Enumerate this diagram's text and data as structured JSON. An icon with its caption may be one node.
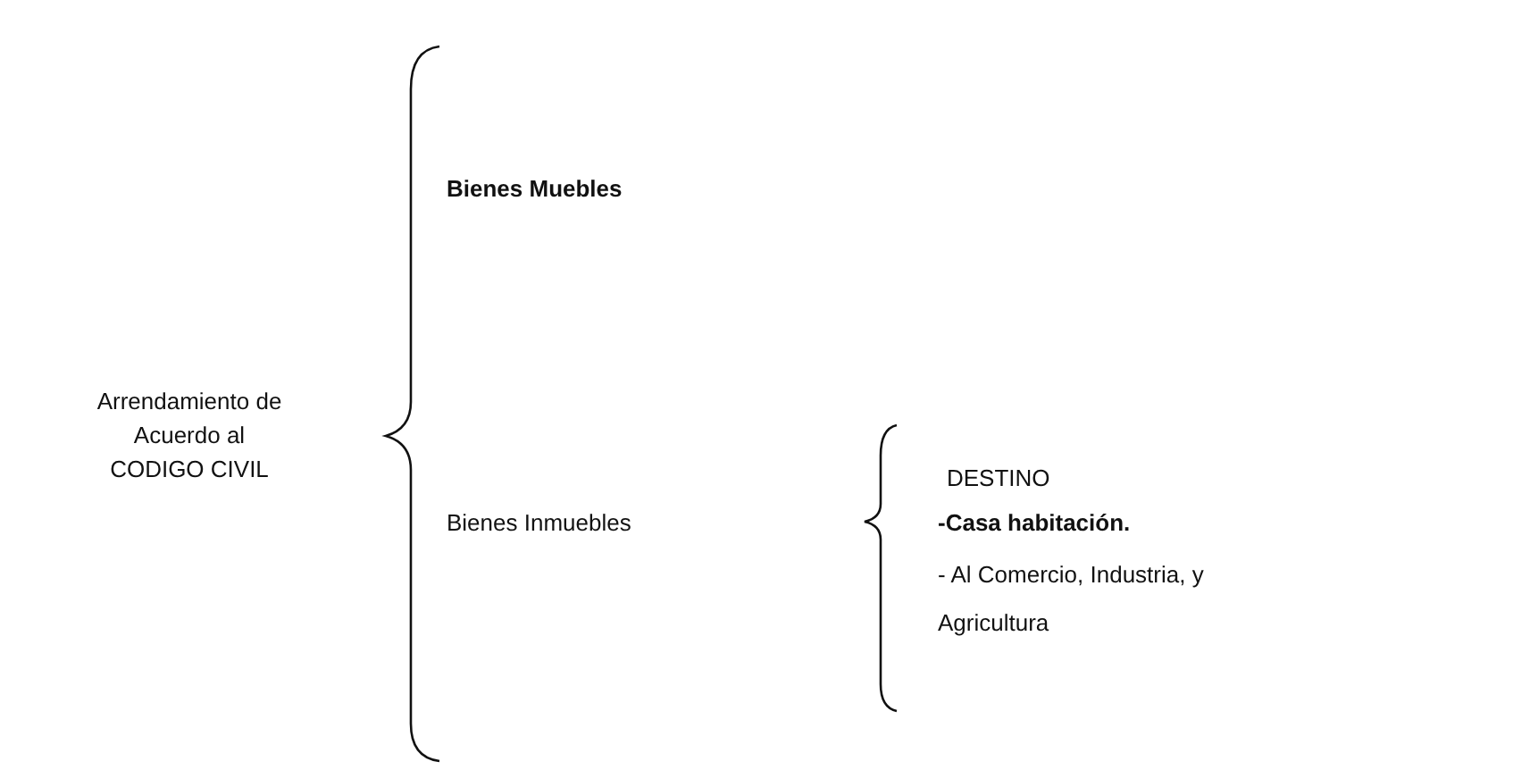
{
  "diagram": {
    "labels": [
      "Arrendamiento de Acuerdo al CODIGO CIVIL",
      "Bienes Muebles",
      "Bienes Inmuebles",
      "DESTINO",
      "-Casa habitación.",
      "- Al Comercio, Industria, y Agricultura"
    ]
  }
}
